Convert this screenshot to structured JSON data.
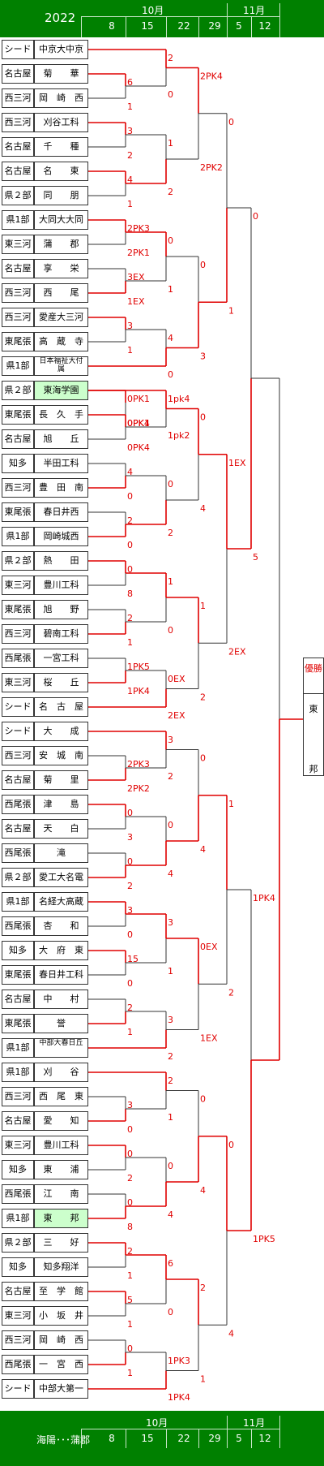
{
  "header": {
    "year": "2022",
    "month_oct": "10月",
    "month_nov": "11月",
    "days": [
      "8",
      "15",
      "22",
      "29",
      "5",
      "12"
    ]
  },
  "footer": {
    "note": "海陽･･･蒲郡",
    "month_oct": "10月",
    "month_nov": "11月",
    "days": [
      "8",
      "15",
      "22",
      "29",
      "5",
      "12"
    ]
  },
  "teams": [
    {
      "pref": "シード",
      "school": "中京大中京"
    },
    {
      "pref": "名古屋",
      "school": "菊　　華"
    },
    {
      "pref": "西三河",
      "school": "岡　崎　西"
    },
    {
      "pref": "西三河",
      "school": "刈谷工科"
    },
    {
      "pref": "名古屋",
      "school": "千　　種"
    },
    {
      "pref": "名古屋",
      "school": "名　　東"
    },
    {
      "pref": "県２部",
      "school": "同　　朋"
    },
    {
      "pref": "県1部",
      "school": "大同大大同"
    },
    {
      "pref": "東三河",
      "school": "蒲　　郡"
    },
    {
      "pref": "名古屋",
      "school": "享　　栄"
    },
    {
      "pref": "西三河",
      "school": "西　　尾"
    },
    {
      "pref": "西三河",
      "school": "愛産大三河"
    },
    {
      "pref": "東尾張",
      "school": "高　蔵　寺"
    },
    {
      "pref": "県1部",
      "school": "日本福祉大付　　属"
    },
    {
      "pref": "県２部",
      "school": "東海学園"
    },
    {
      "pref": "東尾張",
      "school": "長　久　手"
    },
    {
      "pref": "名古屋",
      "school": "旭　　丘"
    },
    {
      "pref": "知多",
      "school": "半田工科"
    },
    {
      "pref": "西三河",
      "school": "豊　田　南"
    },
    {
      "pref": "東尾張",
      "school": "春日井西"
    },
    {
      "pref": "県1部",
      "school": "岡崎城西"
    },
    {
      "pref": "県２部",
      "school": "熱　　田"
    },
    {
      "pref": "東三河",
      "school": "豊川工科"
    },
    {
      "pref": "東尾張",
      "school": "旭　　野"
    },
    {
      "pref": "西三河",
      "school": "碧南工科"
    },
    {
      "pref": "西尾張",
      "school": "一宮工科"
    },
    {
      "pref": "東三河",
      "school": "桜　　丘"
    },
    {
      "pref": "シード",
      "school": "名　古　屋"
    },
    {
      "pref": "シード",
      "school": "大　　成"
    },
    {
      "pref": "西三河",
      "school": "安　城　南"
    },
    {
      "pref": "名古屋",
      "school": "菊　　里"
    },
    {
      "pref": "西尾張",
      "school": "津　　島"
    },
    {
      "pref": "名古屋",
      "school": "天　　白"
    },
    {
      "pref": "西尾張",
      "school": "滝"
    },
    {
      "pref": "県２部",
      "school": "愛工大名電"
    },
    {
      "pref": "県1部",
      "school": "名経大高蔵"
    },
    {
      "pref": "西尾張",
      "school": "杏　　和"
    },
    {
      "pref": "知多",
      "school": "大　府　東"
    },
    {
      "pref": "東尾張",
      "school": "春日井工科"
    },
    {
      "pref": "名古屋",
      "school": "中　　村"
    },
    {
      "pref": "東尾張",
      "school": "誉"
    },
    {
      "pref": "県1部",
      "school": "中部大春日丘"
    },
    {
      "pref": "県1部",
      "school": "刈　　谷"
    },
    {
      "pref": "西三河",
      "school": "西　尾　東"
    },
    {
      "pref": "名古屋",
      "school": "愛　　知"
    },
    {
      "pref": "東三河",
      "school": "豊川工科"
    },
    {
      "pref": "知多",
      "school": "東　　浦"
    },
    {
      "pref": "西尾張",
      "school": "江　　南"
    },
    {
      "pref": "県1部",
      "school": "東　　邦"
    },
    {
      "pref": "県２部",
      "school": "三　　好"
    },
    {
      "pref": "知多",
      "school": "知多翔洋"
    },
    {
      "pref": "名古屋",
      "school": "至　学　館"
    },
    {
      "pref": "東三河",
      "school": "小　坂　井"
    },
    {
      "pref": "西三河",
      "school": "岡　崎　西"
    },
    {
      "pref": "西尾張",
      "school": "一　宮　西"
    },
    {
      "pref": "シード",
      "school": "中部大第一"
    }
  ],
  "scores": [
    "6",
    "1",
    "3",
    "2",
    "4",
    "1",
    "2",
    "0",
    "1",
    "2",
    "2PK4",
    "2PK2",
    "2PK3",
    "2PK1",
    "3EX",
    "1EX",
    "3",
    "1",
    "0",
    "1",
    "4",
    "0",
    "0",
    "3",
    "0",
    "1",
    "0PK1",
    "0PK4",
    "4",
    "0",
    "2",
    "0",
    "1pk4",
    "1pk2",
    "0",
    "2",
    "0",
    "4",
    "0",
    "8",
    "2",
    "1",
    "1PK5",
    "1PK4",
    "1",
    "0",
    "0EX",
    "2EX",
    "1",
    "2",
    "1EX",
    "2EX",
    "0",
    "5",
    "2PK3",
    "2PK2",
    "0",
    "3",
    "0",
    "2",
    "3",
    "2",
    "0",
    "4",
    "0",
    "4",
    "3",
    "0",
    "15",
    "0",
    "2",
    "1",
    "3",
    "1",
    "3",
    "2",
    "0EX",
    "1EX",
    "1",
    "2",
    "3",
    "0",
    "0",
    "2",
    "0",
    "8",
    "2",
    "1",
    "0",
    "4",
    "0",
    "4",
    "2",
    "1",
    "5",
    "1",
    "0",
    "1",
    "6",
    "0",
    "1PK3",
    "1PK4",
    "2",
    "1",
    "0",
    "4",
    "1PK4",
    "1PK5"
  ],
  "champion": {
    "label": "優勝",
    "name_top": "東",
    "name_bottom": "邦"
  },
  "colors": {
    "header": "#008000",
    "line": "#e00000",
    "highlight": "#ccffcc"
  }
}
